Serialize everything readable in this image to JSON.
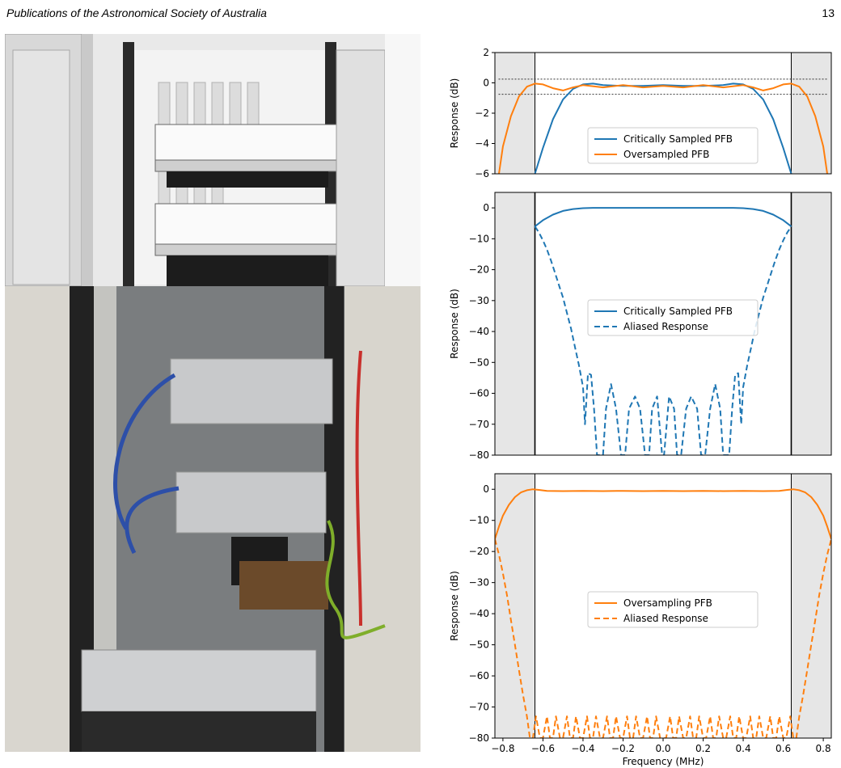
{
  "page": {
    "running_head": "Publications of the Astronomical Society of Australia",
    "page_number": "13"
  },
  "photos": {
    "render_label": "",
    "photo_label": ""
  },
  "chart_data": [
    {
      "type": "line",
      "ylabel": "Response (dB)",
      "xlabel": "",
      "xlim": [
        -0.84,
        0.84
      ],
      "ylim": [
        -6,
        2
      ],
      "yticks": [
        2,
        0,
        -2,
        -4,
        -6
      ],
      "ytick_labels": [
        "2",
        "0",
        "−2",
        "−4",
        "−6"
      ],
      "grid": false,
      "legend": "center",
      "shaded_regions": [
        [
          -0.84,
          -0.64
        ],
        [
          0.64,
          0.84
        ]
      ],
      "vertical_lines": [
        -0.64,
        0.64
      ],
      "hlines_dotted": [
        0.25,
        -0.75
      ],
      "series": [
        {
          "name": "Critically Sampled PFB",
          "color": "#1f77b4",
          "dash": "solid",
          "x": [
            -0.64,
            -0.6,
            -0.55,
            -0.5,
            -0.45,
            -0.4,
            -0.35,
            -0.3,
            -0.2,
            -0.1,
            0,
            0.1,
            0.2,
            0.3,
            0.35,
            0.4,
            0.45,
            0.5,
            0.55,
            0.6,
            0.64
          ],
          "y": [
            -6.0,
            -4.3,
            -2.4,
            -1.1,
            -0.4,
            -0.1,
            -0.05,
            -0.15,
            -0.2,
            -0.2,
            -0.15,
            -0.2,
            -0.2,
            -0.15,
            -0.05,
            -0.1,
            -0.4,
            -1.1,
            -2.4,
            -4.3,
            -6.0
          ]
        },
        {
          "name": "Oversampled PFB",
          "color": "#ff7f0e",
          "dash": "solid",
          "x": [
            -0.82,
            -0.8,
            -0.76,
            -0.72,
            -0.68,
            -0.64,
            -0.6,
            -0.55,
            -0.5,
            -0.45,
            -0.4,
            -0.3,
            -0.2,
            -0.1,
            0,
            0.1,
            0.2,
            0.3,
            0.4,
            0.45,
            0.5,
            0.55,
            0.6,
            0.64,
            0.68,
            0.72,
            0.76,
            0.8,
            0.82
          ],
          "y": [
            -6.0,
            -4.2,
            -2.2,
            -0.9,
            -0.25,
            -0.05,
            -0.1,
            -0.35,
            -0.5,
            -0.3,
            -0.15,
            -0.3,
            -0.15,
            -0.3,
            -0.2,
            -0.3,
            -0.15,
            -0.3,
            -0.15,
            -0.3,
            -0.5,
            -0.35,
            -0.1,
            -0.05,
            -0.25,
            -0.9,
            -2.2,
            -4.2,
            -6.0
          ]
        }
      ]
    },
    {
      "type": "line",
      "ylabel": "Response (dB)",
      "xlabel": "",
      "xlim": [
        -0.84,
        0.84
      ],
      "ylim": [
        -80,
        5
      ],
      "yticks": [
        0,
        -10,
        -20,
        -30,
        -40,
        -50,
        -60,
        -70,
        -80
      ],
      "ytick_labels": [
        "0",
        "−10",
        "−20",
        "−30",
        "−40",
        "−50",
        "−60",
        "−70",
        "−80"
      ],
      "grid": false,
      "legend": "center",
      "shaded_regions": [
        [
          -0.84,
          -0.64
        ],
        [
          0.64,
          0.84
        ]
      ],
      "vertical_lines": [
        -0.64,
        0.64
      ],
      "series": [
        {
          "name": "Critically Sampled PFB",
          "color": "#1f77b4",
          "dash": "solid",
          "x": [
            -0.64,
            -0.6,
            -0.55,
            -0.5,
            -0.45,
            -0.4,
            -0.35,
            -0.3,
            -0.2,
            0,
            0.2,
            0.3,
            0.35,
            0.4,
            0.45,
            0.5,
            0.55,
            0.6,
            0.64
          ],
          "y": [
            -6,
            -4,
            -2.2,
            -1,
            -0.4,
            -0.1,
            0,
            0,
            0,
            0,
            0,
            0,
            0,
            -0.1,
            -0.4,
            -1,
            -2.2,
            -4,
            -6
          ]
        },
        {
          "name": "Aliased Response",
          "color": "#1f77b4",
          "dash": "dashed",
          "x": [
            -0.64,
            -0.62,
            -0.6,
            -0.58,
            -0.56,
            -0.54,
            -0.52,
            -0.5,
            -0.48,
            -0.46,
            -0.44,
            -0.42,
            -0.4,
            -0.39,
            -0.375,
            -0.36,
            -0.345,
            -0.33,
            -0.3,
            -0.285,
            -0.26,
            -0.235,
            -0.21,
            -0.19,
            -0.17,
            -0.14,
            -0.115,
            -0.09,
            -0.07,
            -0.055,
            -0.03,
            -0.005,
            0.005,
            0.03,
            0.055,
            0.07,
            0.09,
            0.115,
            0.14,
            0.17,
            0.19,
            0.21,
            0.235,
            0.26,
            0.285,
            0.3,
            0.33,
            0.345,
            0.36,
            0.375,
            0.39,
            0.4,
            0.42,
            0.44,
            0.46,
            0.48,
            0.5,
            0.52,
            0.54,
            0.56,
            0.58,
            0.6,
            0.62,
            0.64
          ],
          "y": [
            -6,
            -8,
            -10.5,
            -13.5,
            -17,
            -21,
            -25,
            -29,
            -34,
            -39,
            -45,
            -51,
            -58,
            -70,
            -53.5,
            -54,
            -65,
            -80,
            -80,
            -65,
            -57,
            -65,
            -80,
            -80,
            -65,
            -61,
            -65,
            -80,
            -80,
            -65,
            -61,
            -80,
            -80,
            -61,
            -65,
            -80,
            -80,
            -65,
            -61,
            -65,
            -80,
            -80,
            -65,
            -57,
            -65,
            -80,
            -80,
            -65,
            -54,
            -53.5,
            -70,
            -58,
            -51,
            -45,
            -39,
            -34,
            -29,
            -25,
            -21,
            -17,
            -13.5,
            -10.5,
            -8,
            -6
          ]
        }
      ]
    },
    {
      "type": "line",
      "ylabel": "Response (dB)",
      "xlabel": "Frequency (MHz)",
      "xlim": [
        -0.84,
        0.84
      ],
      "ylim": [
        -80,
        5
      ],
      "yticks": [
        0,
        -10,
        -20,
        -30,
        -40,
        -50,
        -60,
        -70,
        -80
      ],
      "ytick_labels": [
        "0",
        "−10",
        "−20",
        "−30",
        "−40",
        "−50",
        "−60",
        "−70",
        "−80"
      ],
      "xticks": [
        -0.8,
        -0.6,
        -0.4,
        -0.2,
        0.0,
        0.2,
        0.4,
        0.6,
        0.8
      ],
      "xtick_labels": [
        "−0.8",
        "−0.6",
        "−0.4",
        "−0.2",
        "0.0",
        "0.2",
        "0.4",
        "0.6",
        "0.8"
      ],
      "grid": false,
      "legend": "center",
      "shaded_regions": [
        [
          -0.84,
          -0.64
        ],
        [
          0.64,
          0.84
        ]
      ],
      "vertical_lines": [
        -0.64,
        0.64
      ],
      "series": [
        {
          "name": "Oversampling PFB",
          "color": "#ff7f0e",
          "dash": "solid",
          "x": [
            -0.84,
            -0.82,
            -0.8,
            -0.77,
            -0.74,
            -0.71,
            -0.68,
            -0.65,
            -0.62,
            -0.58,
            -0.5,
            -0.4,
            -0.3,
            -0.2,
            -0.1,
            0,
            0.1,
            0.2,
            0.3,
            0.4,
            0.5,
            0.58,
            0.62,
            0.65,
            0.68,
            0.71,
            0.74,
            0.77,
            0.8,
            0.82,
            0.84
          ],
          "y": [
            -16,
            -12,
            -8.5,
            -5,
            -2.5,
            -1,
            -0.3,
            0,
            -0.2,
            -0.5,
            -0.6,
            -0.5,
            -0.6,
            -0.5,
            -0.6,
            -0.5,
            -0.6,
            -0.5,
            -0.6,
            -0.5,
            -0.6,
            -0.5,
            -0.2,
            0,
            -0.3,
            -1,
            -2.5,
            -5,
            -8.5,
            -12,
            -16
          ]
        },
        {
          "name": "Aliased Response",
          "color": "#ff7f0e",
          "dash": "dashed",
          "x": [
            -0.84,
            -0.82,
            -0.8,
            -0.78,
            -0.76,
            -0.74,
            -0.72,
            -0.7,
            -0.68,
            -0.665,
            -0.65,
            -0.635,
            -0.615,
            -0.6,
            -0.58,
            -0.565,
            -0.55,
            -0.535,
            -0.515,
            -0.5,
            -0.48,
            -0.465,
            -0.45,
            -0.435,
            -0.415,
            -0.4,
            -0.38,
            -0.365,
            -0.35,
            -0.335,
            -0.315,
            -0.3,
            -0.28,
            -0.265,
            -0.25,
            -0.235,
            -0.215,
            -0.2,
            -0.18,
            -0.165,
            -0.15,
            -0.135,
            -0.115,
            -0.1,
            -0.08,
            -0.065,
            -0.05,
            -0.035,
            -0.015,
            0,
            0.015,
            0.035,
            0.05,
            0.065,
            0.08,
            0.1,
            0.115,
            0.135,
            0.15,
            0.165,
            0.18,
            0.2,
            0.215,
            0.235,
            0.25,
            0.265,
            0.28,
            0.3,
            0.315,
            0.335,
            0.35,
            0.365,
            0.38,
            0.4,
            0.415,
            0.435,
            0.45,
            0.465,
            0.48,
            0.5,
            0.515,
            0.535,
            0.55,
            0.565,
            0.58,
            0.6,
            0.615,
            0.635,
            0.65,
            0.665,
            0.68,
            0.7,
            0.72,
            0.74,
            0.76,
            0.78,
            0.8,
            0.82,
            0.84
          ],
          "y": [
            -16,
            -21,
            -27,
            -34,
            -42,
            -50,
            -58,
            -66,
            -73,
            -80,
            -80,
            -73,
            -80,
            -80,
            -73,
            -80,
            -80,
            -73,
            -80,
            -80,
            -73,
            -80,
            -80,
            -73,
            -80,
            -80,
            -73,
            -80,
            -80,
            -73,
            -80,
            -80,
            -73,
            -80,
            -80,
            -73,
            -80,
            -80,
            -73,
            -80,
            -80,
            -73,
            -80,
            -80,
            -73,
            -80,
            -80,
            -73,
            -80,
            -80,
            -80,
            -73,
            -80,
            -80,
            -73,
            -80,
            -80,
            -73,
            -80,
            -80,
            -73,
            -80,
            -80,
            -73,
            -80,
            -80,
            -73,
            -80,
            -80,
            -73,
            -80,
            -80,
            -73,
            -80,
            -80,
            -73,
            -80,
            -80,
            -73,
            -80,
            -80,
            -73,
            -80,
            -80,
            -73,
            -80,
            -80,
            -73,
            -80,
            -80,
            -73,
            -66,
            -58,
            -50,
            -42,
            -34,
            -27,
            -21,
            -16
          ]
        }
      ]
    }
  ]
}
